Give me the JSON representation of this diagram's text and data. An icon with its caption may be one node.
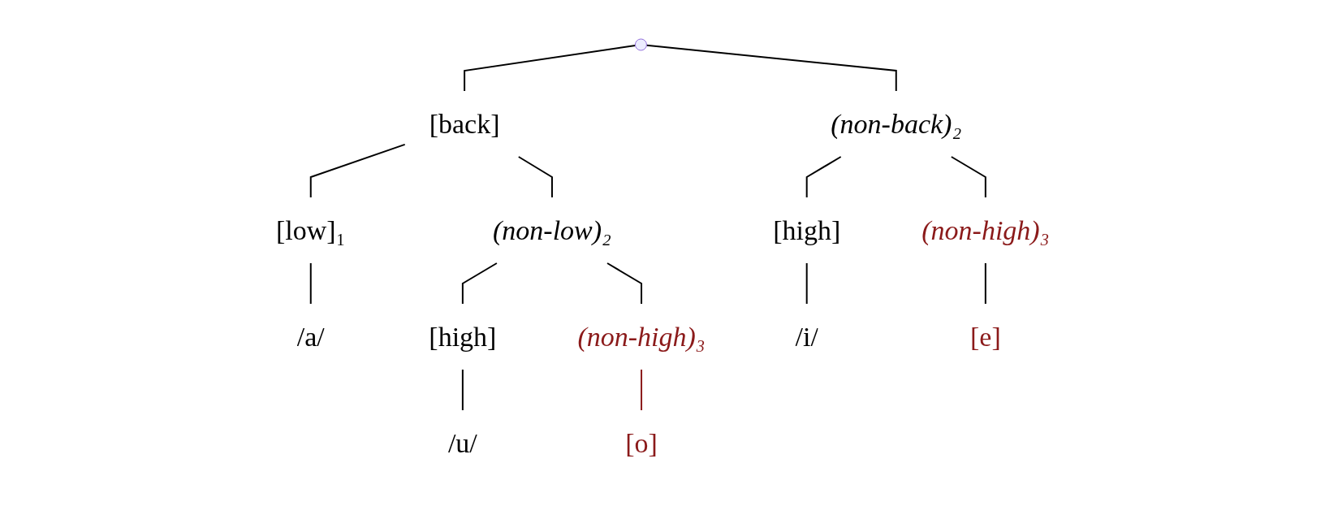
{
  "diagram": {
    "nodes": [
      {
        "text": [],
        "shape": "circle"
      },
      {
        "text": [
          "[back]"
        ]
      },
      {
        "text": [
          "(non-back)₂"
        ]
      },
      {
        "text": [
          "[low]₁"
        ]
      },
      {
        "text": [
          "(non-low)₂"
        ]
      },
      {
        "text": [
          "[high]"
        ]
      },
      {
        "text": [
          "(non-high)₃"
        ]
      },
      {
        "text": [
          "/a/"
        ]
      },
      {
        "text": [
          "[high]"
        ]
      },
      {
        "text": [
          "(non-high)₃"
        ]
      },
      {
        "text": [
          "/i/"
        ]
      },
      {
        "text": [
          "[e]"
        ]
      },
      {
        "text": [
          "/u/"
        ]
      },
      {
        "text": [
          "[o]"
        ]
      }
    ],
    "edges": [
      {
        "from": 0,
        "to": 1,
        "arrow": "none"
      },
      {
        "from": 0,
        "to": 2,
        "arrow": "none"
      },
      {
        "from": 1,
        "to": 3,
        "arrow": "none"
      },
      {
        "from": 1,
        "to": 4,
        "arrow": "none"
      },
      {
        "from": 2,
        "to": 5,
        "arrow": "none"
      },
      {
        "from": 2,
        "to": 6,
        "arrow": "none"
      },
      {
        "from": 3,
        "to": 7,
        "arrow": "none"
      },
      {
        "from": 4,
        "to": 8,
        "arrow": "none"
      },
      {
        "from": 4,
        "to": 9,
        "arrow": "none"
      },
      {
        "from": 5,
        "to": 10,
        "arrow": "none"
      },
      {
        "from": 6,
        "to": 11,
        "arrow": "none"
      },
      {
        "from": 8,
        "to": 12,
        "arrow": "none"
      },
      {
        "from": 9,
        "to": 13,
        "arrow": "none",
        "color": "#8b1a1a"
      }
    ]
  }
}
